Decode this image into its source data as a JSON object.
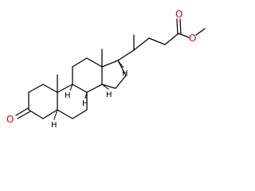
{
  "molecule": {
    "atom_labels": {
      "ketone_oxygen": "O",
      "ester_carbonyl_oxygen": "O",
      "ester_ether_oxygen": "O",
      "h5": "H",
      "h8": "H",
      "h9": "H",
      "h14": "H",
      "h17": "H"
    }
  },
  "colors": {
    "bond": "#000000",
    "oxygen": "#e00000"
  }
}
